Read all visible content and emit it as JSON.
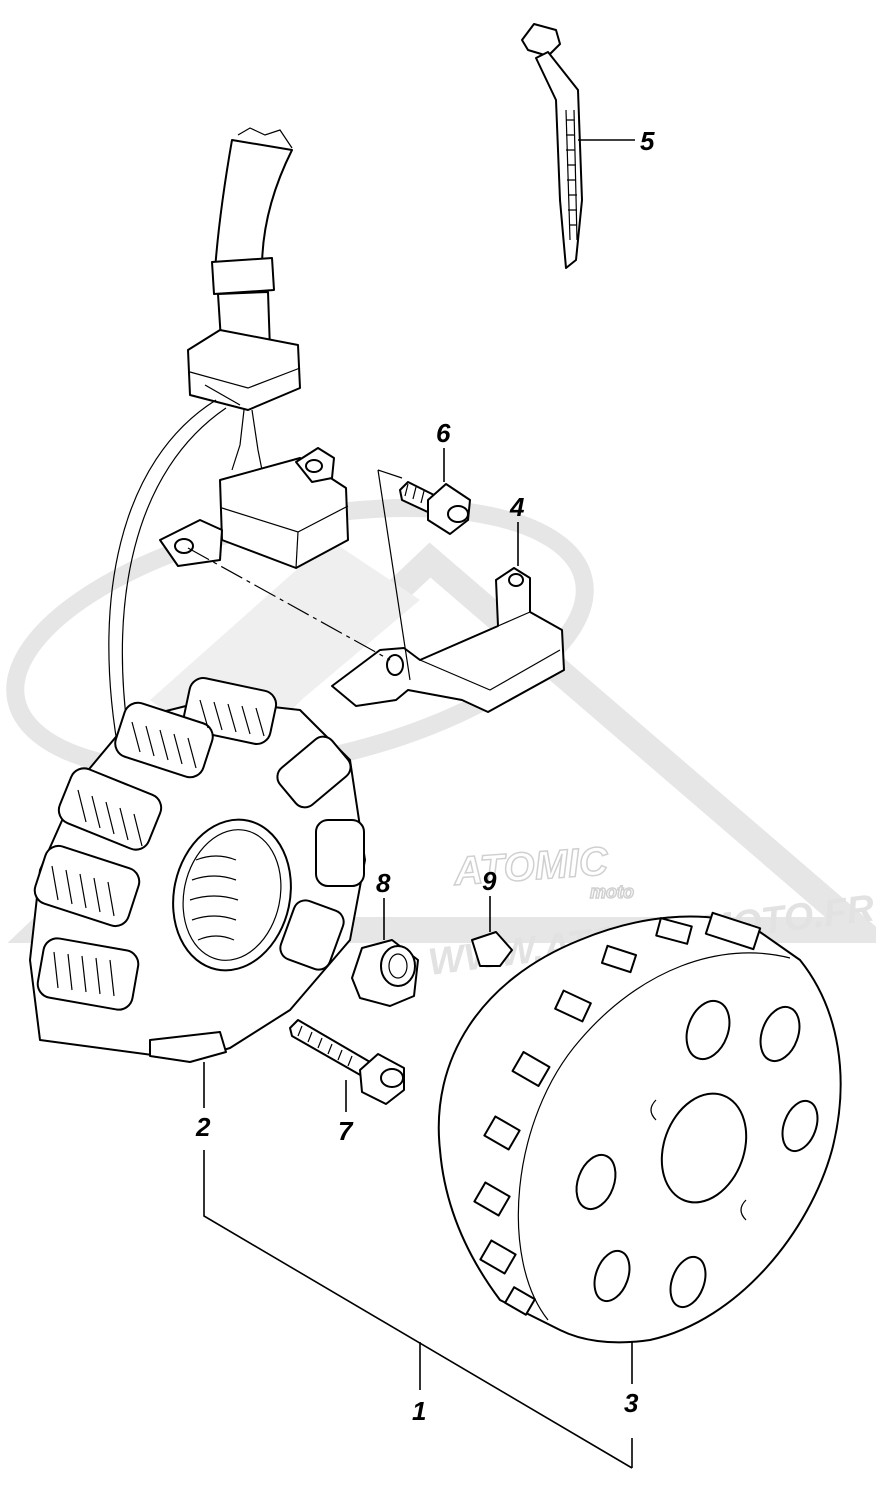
{
  "watermark": {
    "logo_text": "ATOMIC",
    "logo_sub": "moto",
    "url_text": "WWW.ATOMIC-MOTO.FR"
  },
  "callouts": [
    {
      "id": "1",
      "label": "1"
    },
    {
      "id": "2",
      "label": "2"
    },
    {
      "id": "3",
      "label": "3"
    },
    {
      "id": "4",
      "label": "4"
    },
    {
      "id": "5",
      "label": "5"
    },
    {
      "id": "6",
      "label": "6"
    },
    {
      "id": "7",
      "label": "7"
    },
    {
      "id": "8",
      "label": "8"
    },
    {
      "id": "9",
      "label": "9"
    }
  ]
}
